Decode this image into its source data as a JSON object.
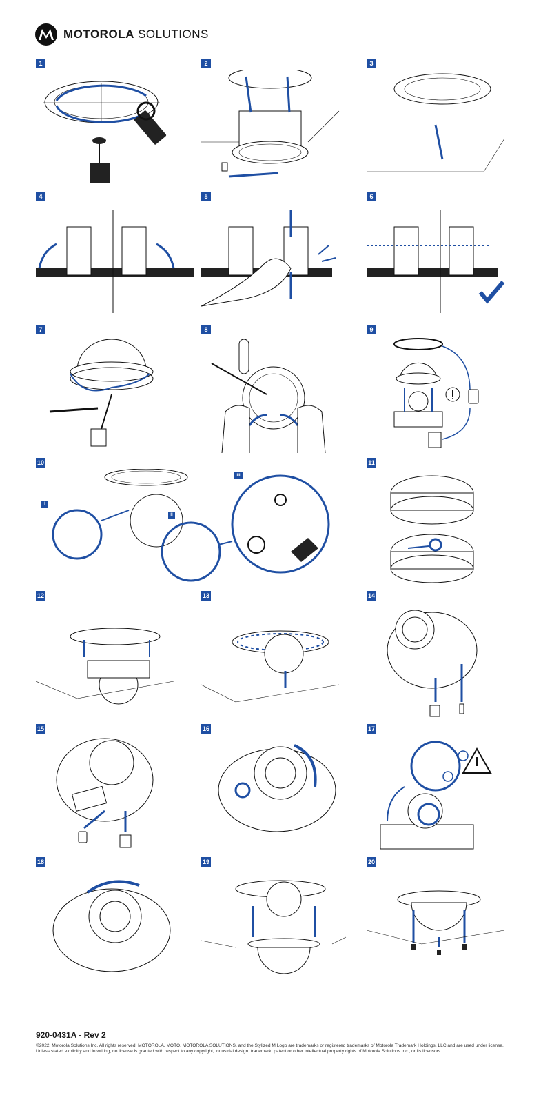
{
  "header": {
    "brand_bold": "MOTOROLA",
    "brand_light": " SOLUTIONS"
  },
  "steps": [
    {
      "number": "1"
    },
    {
      "number": "2"
    },
    {
      "number": "3"
    },
    {
      "number": "4"
    },
    {
      "number": "5"
    },
    {
      "number": "6"
    },
    {
      "number": "7"
    },
    {
      "number": "8"
    },
    {
      "number": "9"
    },
    {
      "number": "10"
    },
    {
      "number": "11"
    },
    {
      "number": "12"
    },
    {
      "number": "13"
    },
    {
      "number": "14"
    },
    {
      "number": "15"
    },
    {
      "number": "16"
    },
    {
      "number": "17"
    },
    {
      "number": "18"
    },
    {
      "number": "19"
    },
    {
      "number": "20"
    }
  ],
  "step10_tags": [
    "I",
    "II",
    "III"
  ],
  "footer": {
    "doc_code": "920-0431A - Rev 2",
    "legal": "©2022, Motorola Solutions Inc. All rights reserved. MOTOROLA, MOTO, MOTOROLA SOLUTIONS, and the Stylized M Logo are trademarks or registered trademarks of Motorola Trademark Holdings, LLC and are used under license. Unless stated explicitly and in writing, no license is granted with respect to any copyright, industrial design, trademark, patent or other intellectual property rights of Motorola Solutions Inc., or its licensors."
  },
  "colors": {
    "accent": "#1f4fa3",
    "line": "#1a1a1a"
  }
}
